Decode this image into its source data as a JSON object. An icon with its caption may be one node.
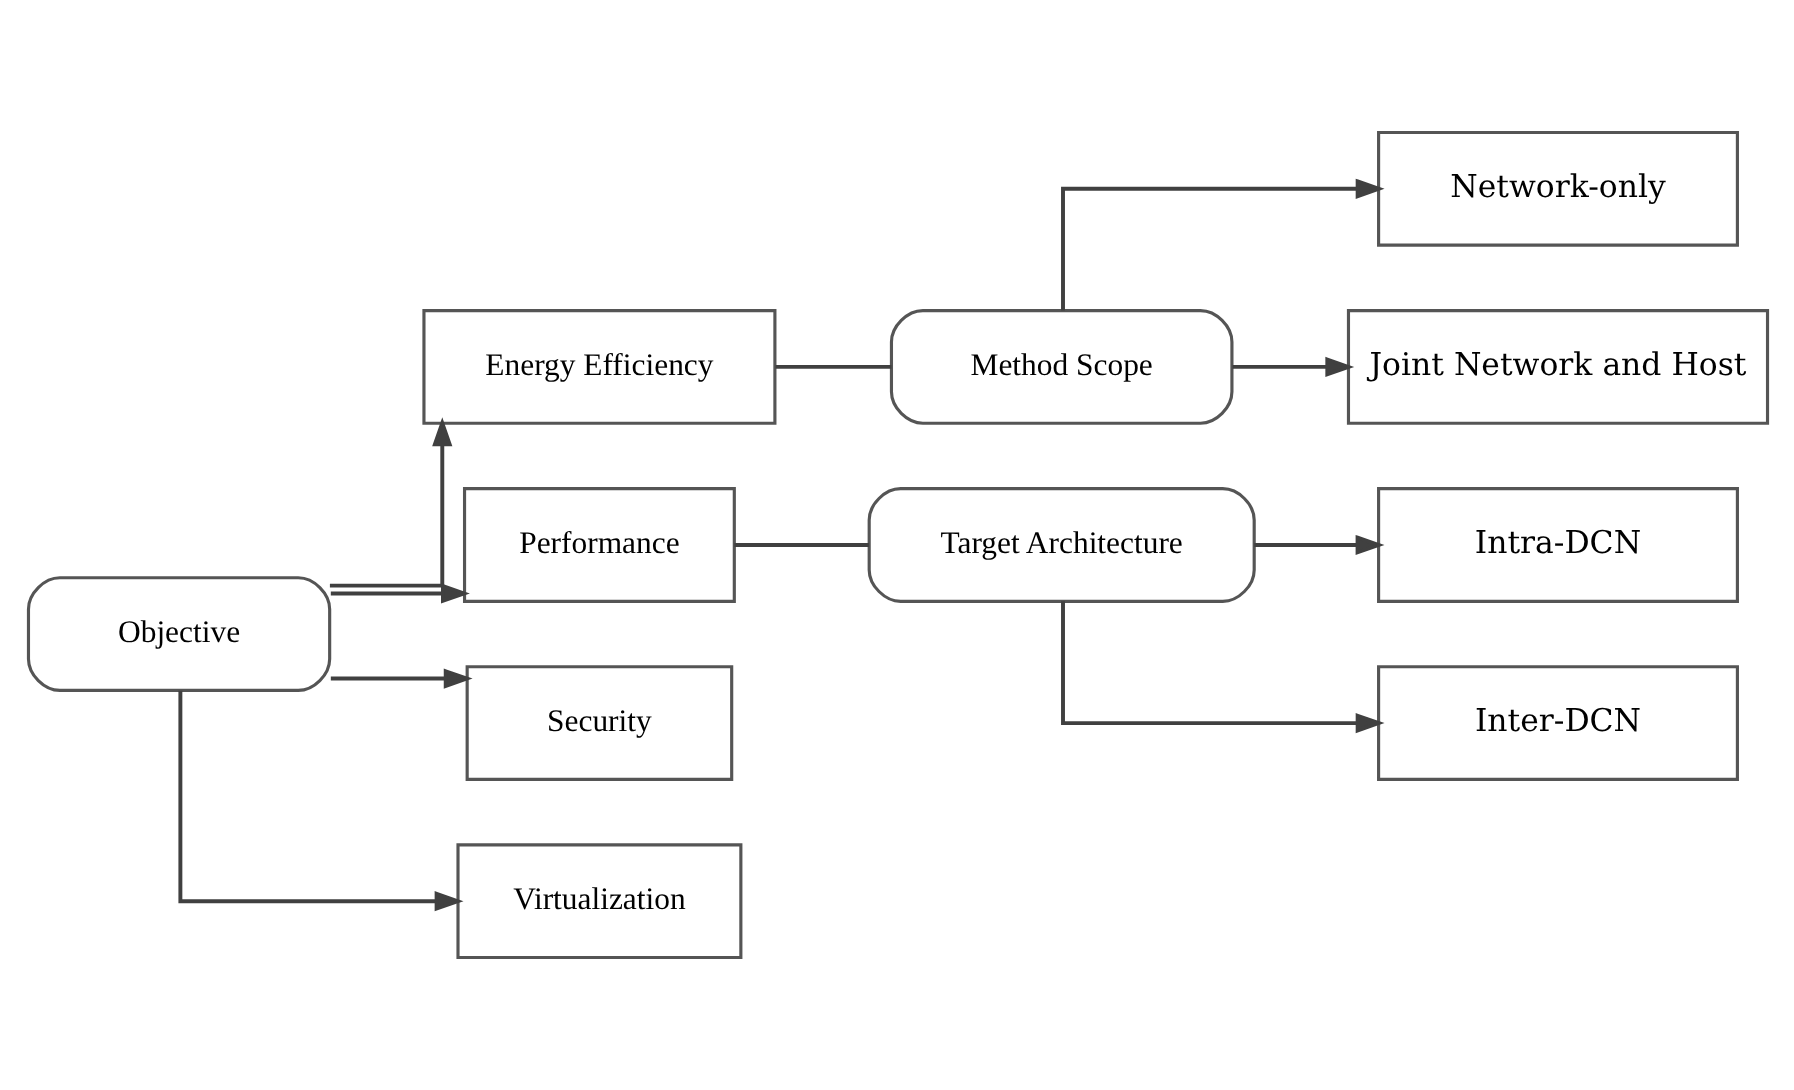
{
  "diagram": {
    "nodes": [
      {
        "text": [
          "Objective"
        ]
      },
      {
        "text": [
          "Energy Efficiency"
        ]
      },
      {
        "text": [
          "Performance"
        ]
      },
      {
        "text": [
          "Security"
        ]
      },
      {
        "text": [
          "Virtualization"
        ]
      },
      {
        "text": [
          "Method Scope"
        ]
      },
      {
        "text": [
          "Target Architecture"
        ]
      },
      {
        "text": [
          "Network-only"
        ]
      },
      {
        "text": [
          "Joint Network and Host"
        ]
      },
      {
        "text": [
          "Intra-DCN"
        ]
      },
      {
        "text": [
          "Inter-DCN"
        ]
      }
    ],
    "edges": [
      {
        "from": 0,
        "to": 1,
        "arrow": "to"
      },
      {
        "from": 0,
        "to": 2,
        "arrow": "to"
      },
      {
        "from": 0,
        "to": 3,
        "arrow": "to"
      },
      {
        "from": 0,
        "to": 4,
        "arrow": "to"
      },
      {
        "from": 1,
        "to": 5,
        "arrow": "none"
      },
      {
        "from": 5,
        "to": 7,
        "arrow": "to"
      },
      {
        "from": 5,
        "to": 8,
        "arrow": "to"
      },
      {
        "from": 2,
        "to": 6,
        "arrow": "none"
      },
      {
        "from": 6,
        "to": 9,
        "arrow": "to"
      },
      {
        "from": 6,
        "to": 10,
        "arrow": "to"
      }
    ]
  }
}
